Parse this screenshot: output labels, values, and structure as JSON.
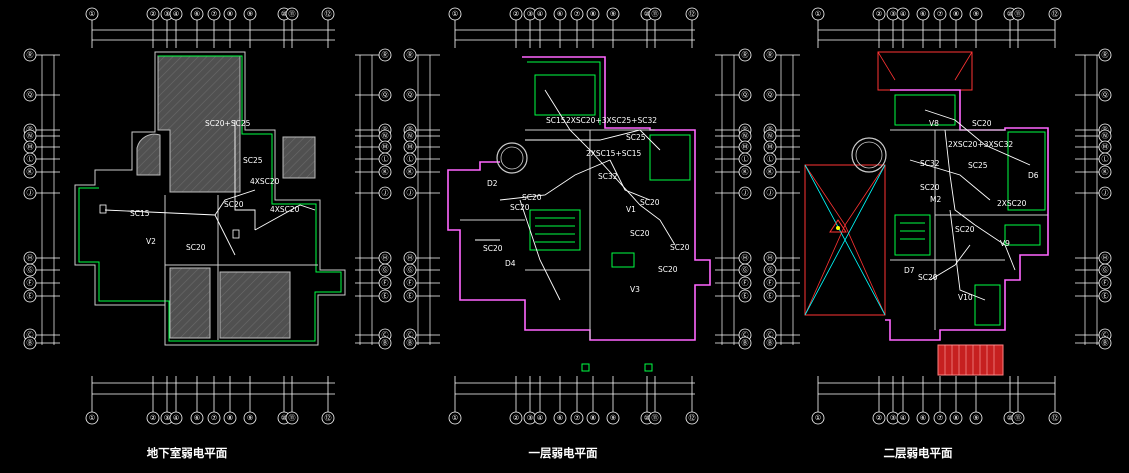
{
  "plans": [
    {
      "title": "地下室弱电平面",
      "top_axes": [
        "①",
        "②",
        "③",
        "④",
        "⑥",
        "⑦",
        "⑧",
        "⑨",
        "⑩",
        "⑪",
        "⑫"
      ],
      "bottom_axes": [
        "①",
        "②",
        "③",
        "④",
        "⑥",
        "⑦",
        "⑧",
        "⑨",
        "⑩",
        "⑪",
        "⑫"
      ],
      "side_axes": [
        "Ⓡ",
        "Ⓠ",
        "Ⓟ",
        "Ⓝ",
        "Ⓜ",
        "Ⓛ",
        "Ⓚ",
        "Ⓙ",
        "Ⓗ",
        "Ⓖ",
        "Ⓕ",
        "Ⓔ",
        "Ⓒ",
        "Ⓑ"
      ],
      "labels": [
        "SC20+SC25",
        "SC25",
        "4XSC20",
        "SC20",
        "SC15",
        "4XSC20",
        "SC20",
        "V2"
      ]
    },
    {
      "title": "一层弱电平面",
      "top_axes": [
        "①",
        "②",
        "③",
        "④",
        "⑥",
        "⑦",
        "⑧",
        "⑨",
        "⑩",
        "⑪",
        "⑫"
      ],
      "bottom_axes": [
        "①",
        "②",
        "③",
        "④",
        "⑥",
        "⑦",
        "⑧",
        "⑨",
        "⑩",
        "⑪",
        "⑫"
      ],
      "side_axes": [
        "Ⓡ",
        "Ⓠ",
        "Ⓟ",
        "Ⓝ",
        "Ⓜ",
        "Ⓛ",
        "Ⓚ",
        "Ⓙ",
        "Ⓗ",
        "Ⓖ",
        "Ⓕ",
        "Ⓔ",
        "Ⓒ",
        "Ⓑ"
      ],
      "labels": [
        "SC15",
        "2XSC20+3XSC25+SC32",
        "SC25",
        "2XSC15+SC15",
        "SC32",
        "D2",
        "SC20",
        "V1",
        "SC20",
        "SC20",
        "SC20",
        "D4",
        "SC20",
        "V3",
        "SC20",
        "SC20"
      ]
    },
    {
      "title": "二层弱电平面",
      "top_axes": [
        "①",
        "②",
        "③",
        "④",
        "⑥",
        "⑦",
        "⑧",
        "⑨",
        "⑩",
        "⑪",
        "⑫"
      ],
      "bottom_axes": [
        "①",
        "②",
        "③",
        "④",
        "⑥",
        "⑦",
        "⑧",
        "⑨",
        "⑩",
        "⑪",
        "⑫"
      ],
      "side_axes": [
        "Ⓡ",
        "Ⓠ",
        "Ⓟ",
        "Ⓝ",
        "Ⓜ",
        "Ⓛ",
        "Ⓚ",
        "Ⓙ",
        "Ⓗ",
        "Ⓖ",
        "Ⓕ",
        "Ⓔ",
        "Ⓒ",
        "Ⓑ"
      ],
      "labels": [
        "SC20",
        "V8",
        "2XSC20+3XSC32",
        "SC32",
        "SC25",
        "D6",
        "SC20",
        "M2",
        "2XSC20",
        "V9",
        "SC20",
        "D7",
        "V10",
        "SC20"
      ]
    }
  ]
}
